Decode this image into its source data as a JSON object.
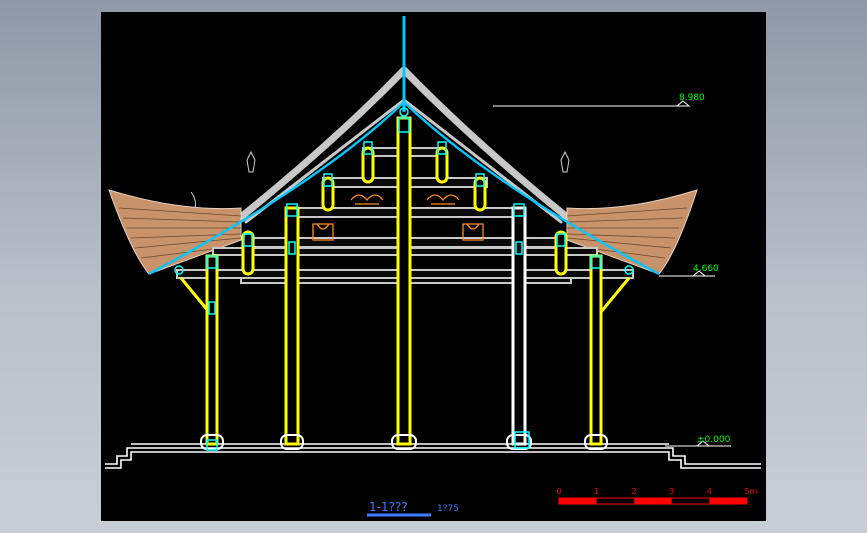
{
  "drawing": {
    "section_title": "1-1???",
    "scale": "1?75",
    "elevations": {
      "ridge": "8.980",
      "eave": "4.660",
      "ground": "±0.000"
    },
    "scale_bar": {
      "labels": [
        "0",
        "1",
        "2",
        "3",
        "4",
        "5m"
      ]
    },
    "colors": {
      "background": "#000000",
      "column": "#ffff00",
      "beam": "#c8c8c8",
      "connector": "#00ffff",
      "roof_tile": "#c8926a",
      "bracket_ornament": "#ff8c1a",
      "elevation_text": "#00ff00",
      "scale_bar": "#ff0000",
      "title": "#3a7bff"
    }
  }
}
